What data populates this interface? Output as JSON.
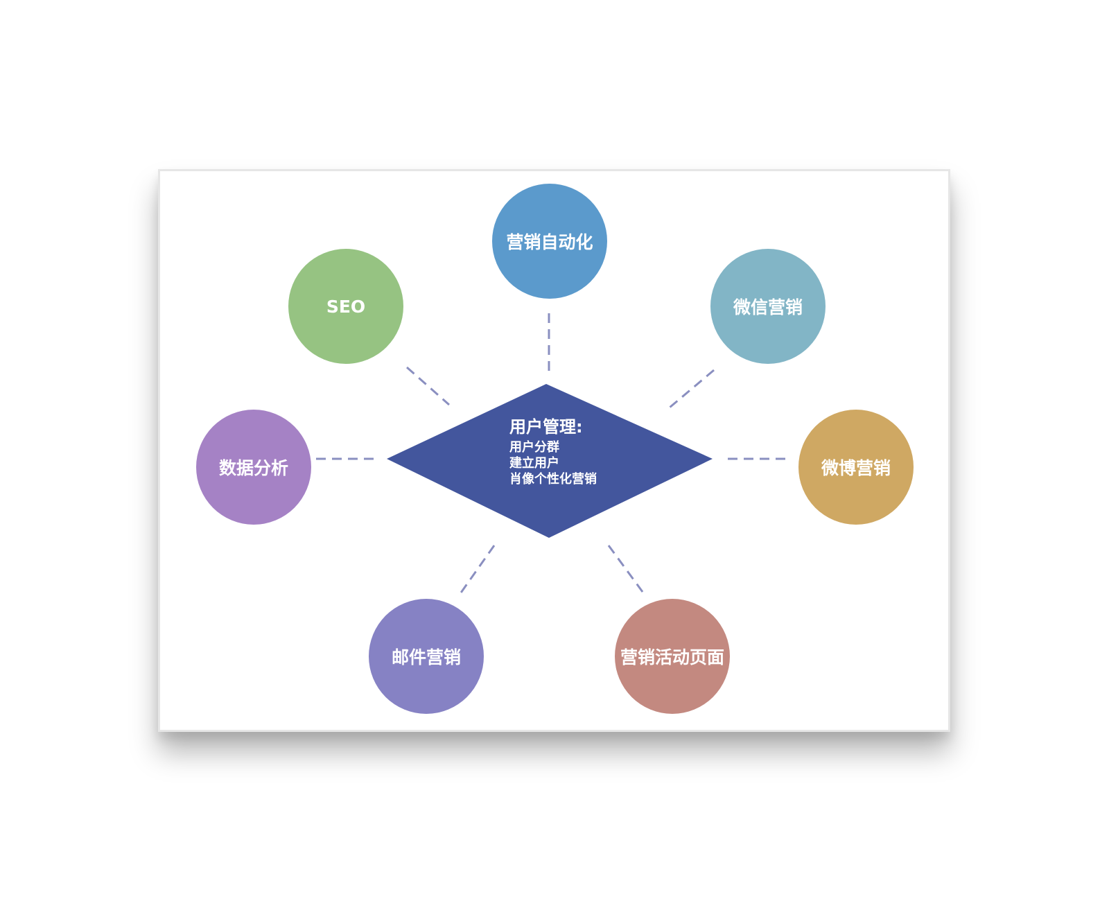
{
  "center": {
    "title": "用户管理:",
    "items": [
      "用户分群",
      "建立用户",
      "肖像个性化营销"
    ],
    "color": "#43569d"
  },
  "nodes": [
    {
      "id": "marketing-automation",
      "label": "营销自动化",
      "color": "#5b9acc"
    },
    {
      "id": "seo",
      "label": "SEO",
      "color": "#96c382"
    },
    {
      "id": "wechat-marketing",
      "label": "微信营销",
      "color": "#82b5c6"
    },
    {
      "id": "data-analysis",
      "label": "数据分析",
      "color": "#a582c5"
    },
    {
      "id": "weibo-marketing",
      "label": "微博营销",
      "color": "#cfa863"
    },
    {
      "id": "email-marketing",
      "label": "邮件营销",
      "color": "#8682c4"
    },
    {
      "id": "campaign-page",
      "label": "营销活动页面",
      "color": "#c38980"
    }
  ],
  "connector_color": "#8a8fc0"
}
